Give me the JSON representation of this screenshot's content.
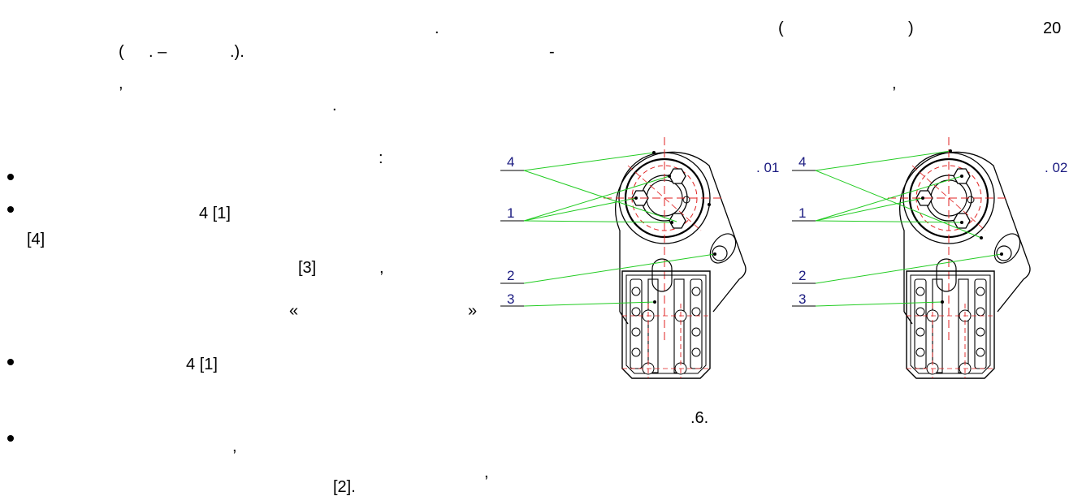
{
  "paragraph": {
    "dot1": ".",
    "paren_open": "(",
    "paren_close": ")",
    "num20": "20",
    "line2_start": "(",
    "line2_mid": ". –",
    "line2_end": ".).",
    "dash": "-",
    "comma1": ",",
    "comma2": ",",
    "dot2": "."
  },
  "list": {
    "intro_colon": ":",
    "item2_ref": "4 [1]",
    "item2_ref2": "[4]",
    "item2_ref3": "[3]",
    "item2_comma": ",",
    "quote_open": "«",
    "quote_close": "»",
    "item3_ref": "4 [1]",
    "item4_comma": ",",
    "item4_comma2": ",",
    "item4_ref": "[2]."
  },
  "figure": {
    "caption": ".6.",
    "left": {
      "designation": ". 01",
      "labels": [
        "4",
        "1",
        "2",
        "3"
      ]
    },
    "right": {
      "designation": ". 02",
      "labels": [
        "4",
        "1",
        "2",
        "3"
      ]
    },
    "colors": {
      "outline": "#000000",
      "axis": "#e02020",
      "leader": "#22cc22",
      "label": "#1a1a80"
    }
  }
}
